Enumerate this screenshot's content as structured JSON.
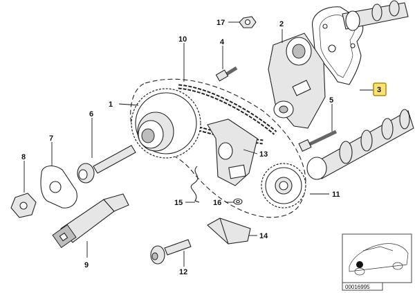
{
  "callouts": [
    {
      "id": "1",
      "text": "1"
    },
    {
      "id": "2",
      "text": "2"
    },
    {
      "id": "3",
      "text": "3",
      "highlighted": true
    },
    {
      "id": "4",
      "text": "4"
    },
    {
      "id": "5",
      "text": "5"
    },
    {
      "id": "6",
      "text": "6"
    },
    {
      "id": "7",
      "text": "7"
    },
    {
      "id": "8",
      "text": "8"
    },
    {
      "id": "9",
      "text": "9"
    },
    {
      "id": "10",
      "text": "10"
    },
    {
      "id": "11",
      "text": "11"
    },
    {
      "id": "12",
      "text": "12"
    },
    {
      "id": "13",
      "text": "13"
    },
    {
      "id": "14",
      "text": "14"
    },
    {
      "id": "15",
      "text": "15"
    },
    {
      "id": "16",
      "text": "16"
    },
    {
      "id": "17",
      "text": "17"
    }
  ],
  "inset": {
    "code": "00016995"
  },
  "colors": {
    "highlight_fill": "#f6e27a",
    "highlight_border": "#b08a00",
    "line": "#111111"
  }
}
